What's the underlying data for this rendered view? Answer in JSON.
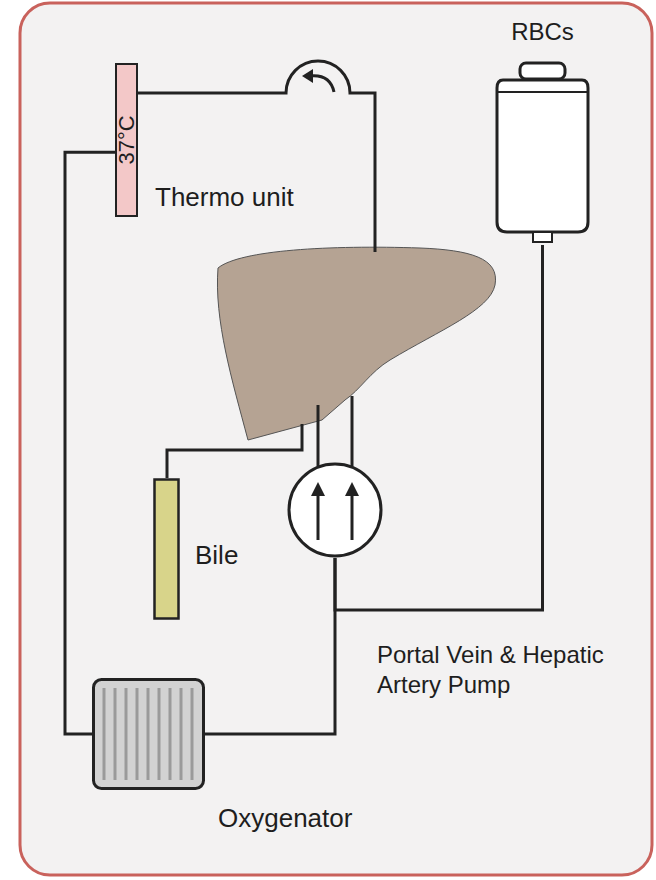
{
  "diagram": {
    "nodes": [
      {
        "text": [
          "37°C"
        ]
      },
      {
        "text": [
          "RBCs"
        ]
      },
      {
        "text": [
          "Bile"
        ]
      },
      {
        "text": [
          "Portal Vein & Hepatic Artery Pump"
        ]
      },
      {
        "text": [
          "Oxygenator"
        ]
      }
    ],
    "edges": [
      {
        "from": 1,
        "to": 3,
        "arrow": "none"
      },
      {
        "from": 4,
        "to": 3,
        "arrow": "none"
      },
      {
        "from": 4,
        "to": 0,
        "arrow": "none"
      }
    ],
    "labels": [
      "Thermo unit"
    ]
  }
}
